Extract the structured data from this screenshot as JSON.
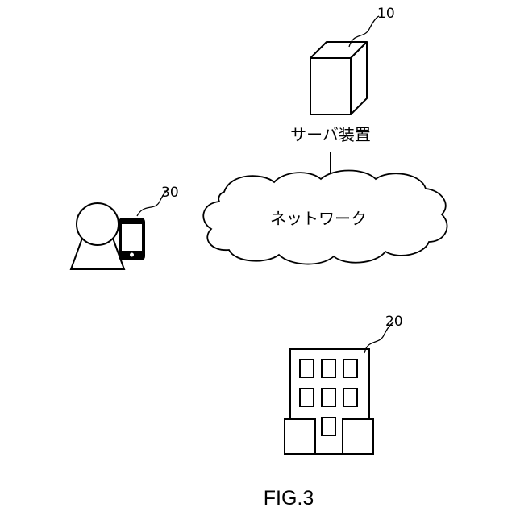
{
  "server": {
    "ref": "10",
    "label": "サーバ装置"
  },
  "network": {
    "label": "ネットワーク"
  },
  "user_terminal": {
    "ref": "30"
  },
  "facility": {
    "ref": "20"
  },
  "figure": {
    "caption": "FIG.3"
  }
}
